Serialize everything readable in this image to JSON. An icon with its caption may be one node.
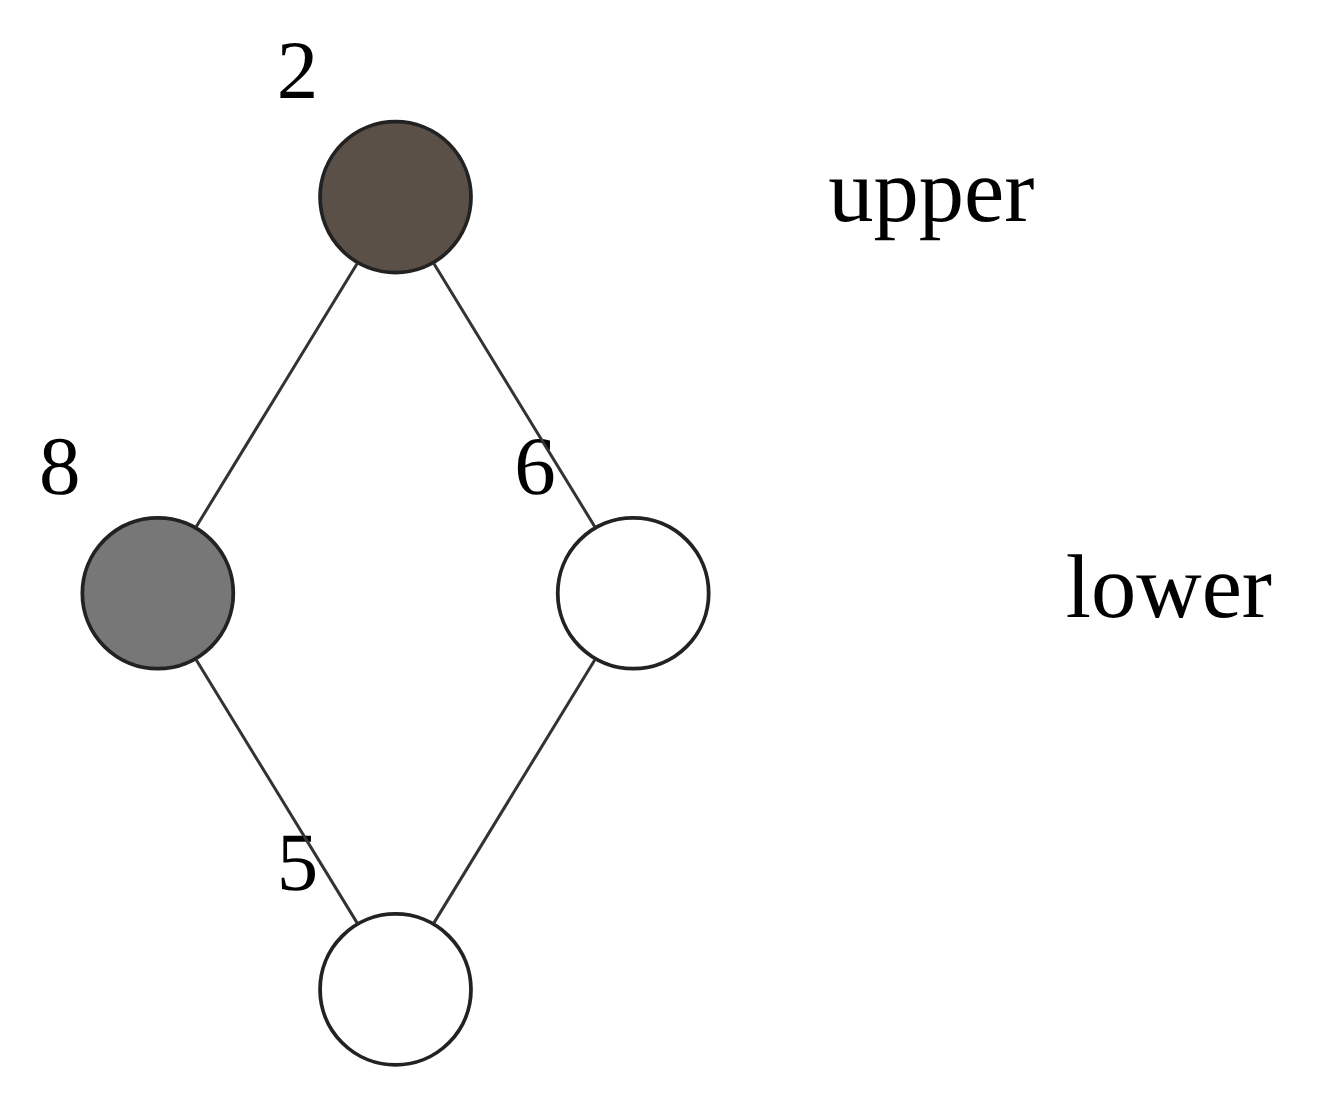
{
  "diagram": {
    "nodes": [
      {
        "text": [],
        "shape": "circle",
        "beside": [
          "2"
        ]
      },
      {
        "text": [],
        "shape": "circle",
        "beside": [
          "8"
        ]
      },
      {
        "text": [],
        "shape": "circle",
        "beside": [
          "6"
        ]
      },
      {
        "text": [],
        "shape": "circle",
        "beside": [
          "5"
        ]
      }
    ],
    "edges": [
      {
        "from": 0,
        "to": 1,
        "arrow": "none"
      },
      {
        "from": 0,
        "to": 2,
        "arrow": "none"
      },
      {
        "from": 1,
        "to": 3,
        "arrow": "none"
      },
      {
        "from": 2,
        "to": 3,
        "arrow": "none"
      }
    ],
    "labels": [
      "upper",
      "lower"
    ]
  }
}
